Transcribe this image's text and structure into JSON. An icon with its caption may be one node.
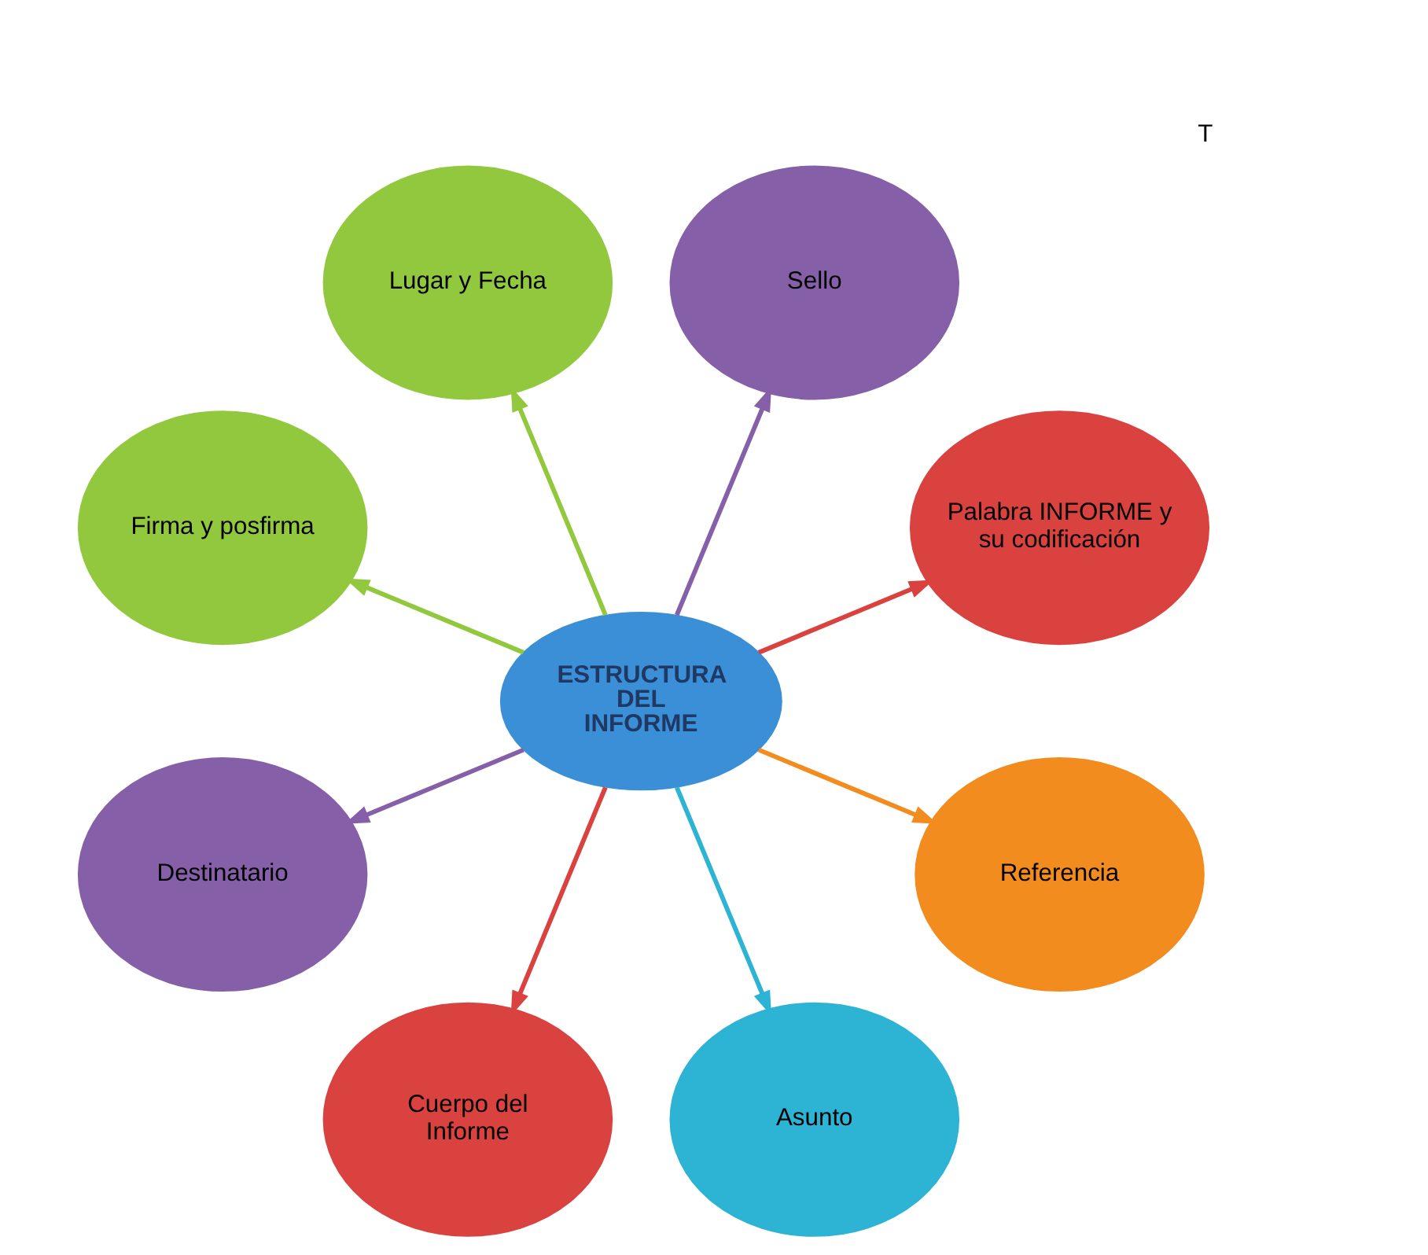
{
  "diagram": {
    "nodes": [
      {
        "text": [
          "ESTRUCTURA DEL INFORME"
        ]
      },
      {
        "text": [
          "Palabra INFORME y su codificación"
        ]
      },
      {
        "text": [
          "Sello"
        ]
      },
      {
        "text": [
          "Lugar y Fecha"
        ]
      },
      {
        "text": [
          "Firma y posfirma"
        ]
      },
      {
        "text": [
          "Destinatario"
        ]
      },
      {
        "text": [
          "Cuerpo del Informe"
        ]
      },
      {
        "text": [
          "Asunto"
        ]
      },
      {
        "text": [
          "Referencia"
        ]
      }
    ],
    "edges": [
      {
        "from": 0,
        "to": 1,
        "arrow": "to",
        "color": "#d9423f"
      },
      {
        "from": 0,
        "to": 3,
        "arrow": "to",
        "color": "#92c83e"
      },
      {
        "from": 0,
        "to": 5,
        "arrow": "to",
        "color": "#8560a8"
      },
      {
        "from": 0,
        "to": 7,
        "arrow": "to",
        "color": "#2db3d3"
      },
      {
        "from": 0,
        "to": 8,
        "arrow": "to",
        "color": "#f28c1e"
      },
      {
        "from": 0,
        "to": 6,
        "arrow": "to",
        "color": "#d9423f"
      },
      {
        "from": 0,
        "to": 4,
        "arrow": "to",
        "color": "#92c83e"
      },
      {
        "from": 0,
        "to": 2,
        "arrow": "to",
        "color": "#8560a8"
      }
    ],
    "labels": [
      "T"
    ]
  }
}
